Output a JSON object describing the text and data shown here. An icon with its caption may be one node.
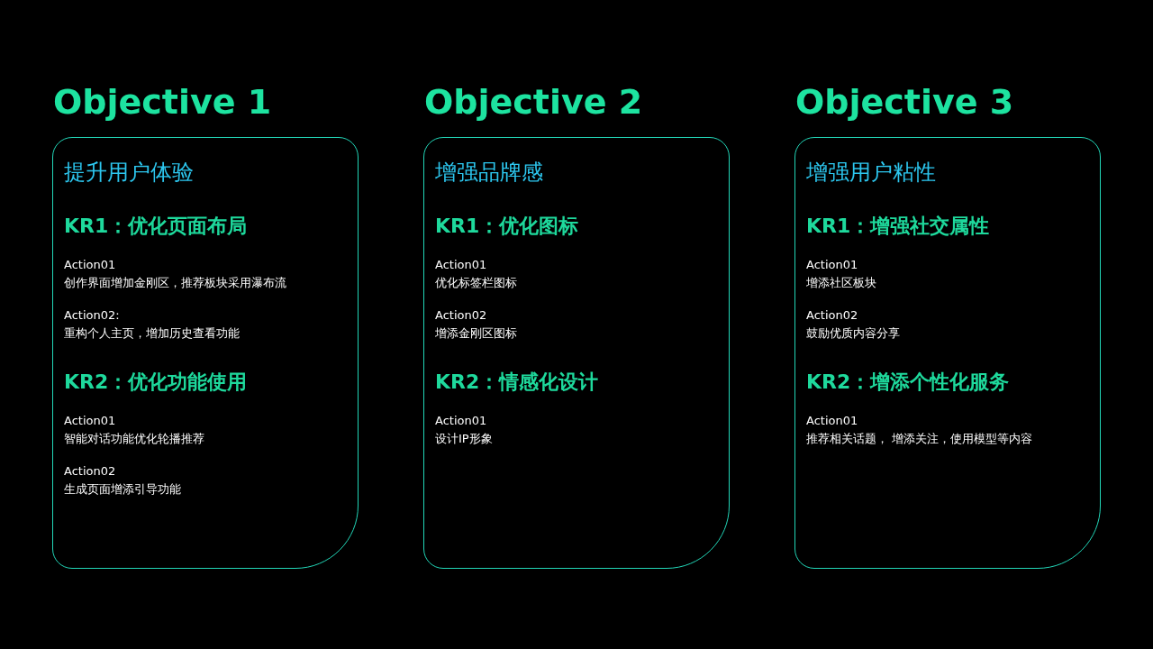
{
  "diagram": {
    "nodes": [
      {
        "text": [
          "Objective 1",
          "提升用户体验"
        ]
      },
      {
        "text": [
          "KR1：优化页面布局",
          "Action01",
          "创作界面增加金刚区，推荐板块采用瀑布流",
          "Action02:",
          "重构个人主页，增加历史查看功能"
        ],
        "in": 0
      },
      {
        "text": [
          "KR2：优化功能使用",
          "Action01",
          "智能对话功能优化轮播推荐",
          "Action02",
          "生成页面增添引导功能"
        ],
        "in": 0
      },
      {
        "text": [
          "Objective 2",
          "增强品牌感"
        ]
      },
      {
        "text": [
          "KR1：优化图标",
          "Action01",
          "优化标签栏图标",
          "Action02",
          "增添金刚区图标"
        ],
        "in": 3
      },
      {
        "text": [
          "KR2：情感化设计",
          "Action01",
          "设计IP形象"
        ],
        "in": 3
      },
      {
        "text": [
          "Objective 3",
          "增强用户粘性"
        ]
      },
      {
        "text": [
          "KR1：增强社交属性",
          "Action01",
          "增添社区板块",
          "Action02",
          "鼓励优质内容分享"
        ],
        "in": 6
      },
      {
        "text": [
          "KR2：增添个性化服务",
          "Action01",
          "推荐相关话题， 增添关注，使用模型等内容"
        ],
        "in": 6
      }
    ],
    "edges": []
  }
}
